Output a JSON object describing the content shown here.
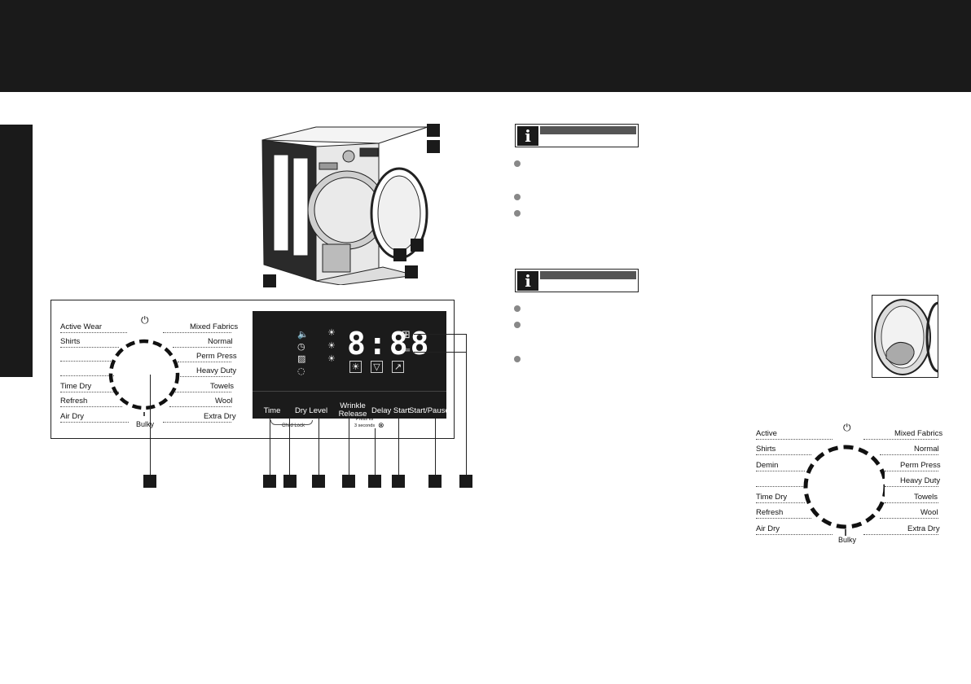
{
  "knob_main": {
    "left": [
      "Active Wear",
      "Shirts",
      "",
      "Time Dry",
      "Refresh",
      "Air Dry"
    ],
    "right": [
      "Mixed Fabrics",
      "Normal",
      "Perm Press",
      "Heavy Duty",
      "Towels",
      "Wool",
      "Extra Dry"
    ],
    "bottom": "Bulky",
    "power_icon": "power-icon"
  },
  "display": {
    "digits": "8:88",
    "buttons": [
      "Time",
      "Dry Level",
      "Wrinkle\nRelease",
      "Delay Start",
      "Start/Pause"
    ],
    "child_lock": "Child Lock",
    "press_note_1": "Press for",
    "press_note_2": "3 seconds"
  },
  "knob_small": {
    "left": [
      "Active",
      "Shirts",
      "Demin",
      "",
      "Time Dry",
      "Refresh",
      "Air Dry"
    ],
    "right": [
      "Mixed Fabrics",
      "Normal",
      "Perm Press",
      "Heavy Duty",
      "Towels",
      "Wool",
      "Extra Dry"
    ],
    "bottom": "Bulky"
  },
  "colors": {
    "dark": "#1a1a1a",
    "accent_grey": "#888888"
  }
}
